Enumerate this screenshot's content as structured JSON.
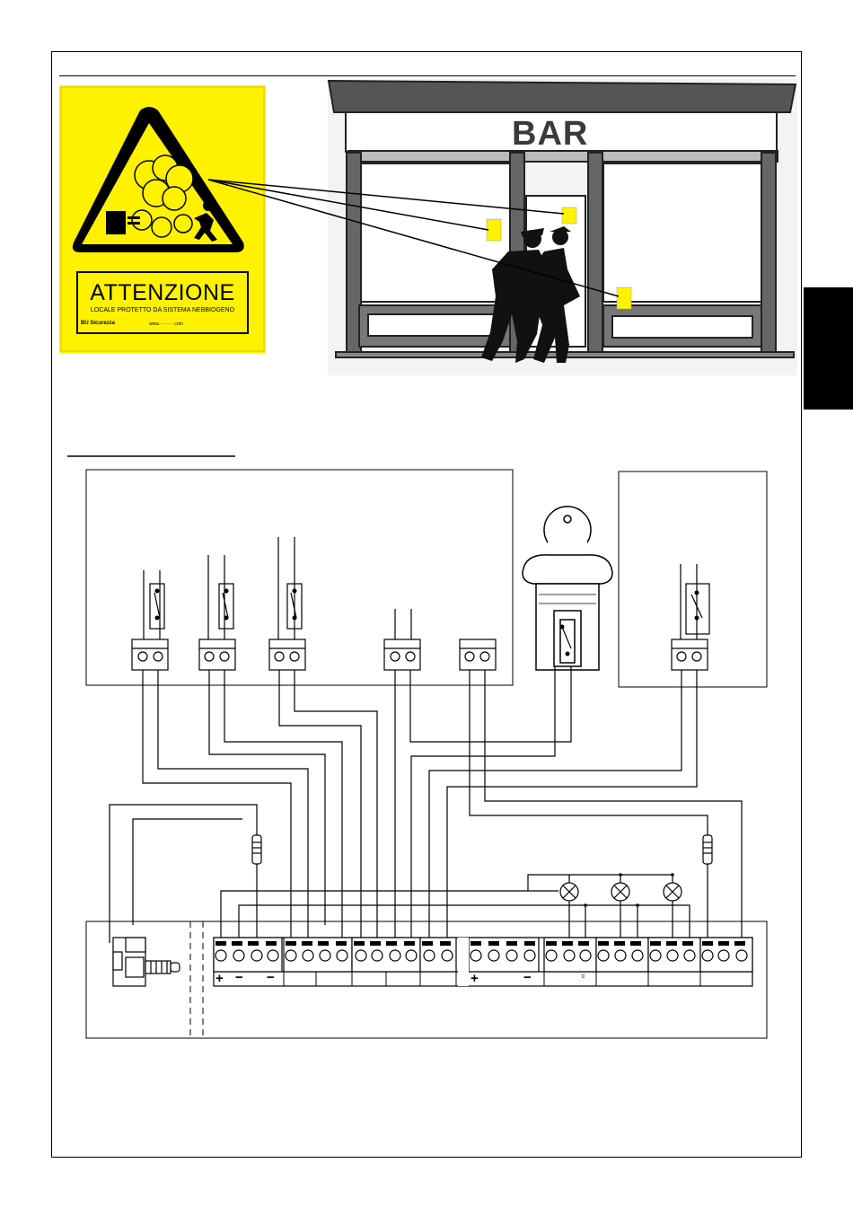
{
  "sign": {
    "title": "ATTENZIONE",
    "subtitle": "LOCALE PROTETTO DA SISTEMA NEBBIOGENO",
    "brand": "BU Sicurezza",
    "website": "www.·········.com",
    "colors": {
      "background": "#fff200",
      "ink": "#000000"
    }
  },
  "storefront": {
    "sign_text": "BAR"
  },
  "terminal_labels": {
    "plus_1": "+",
    "minus_1": "−",
    "minus_2": "−",
    "plus_2": "+",
    "minus_3": "−",
    "c": "c"
  },
  "icons": [
    "smoke-hazard-icon",
    "key-switch-icon",
    "resistor-icon",
    "lamp-icon",
    "thermostat-icon"
  ]
}
